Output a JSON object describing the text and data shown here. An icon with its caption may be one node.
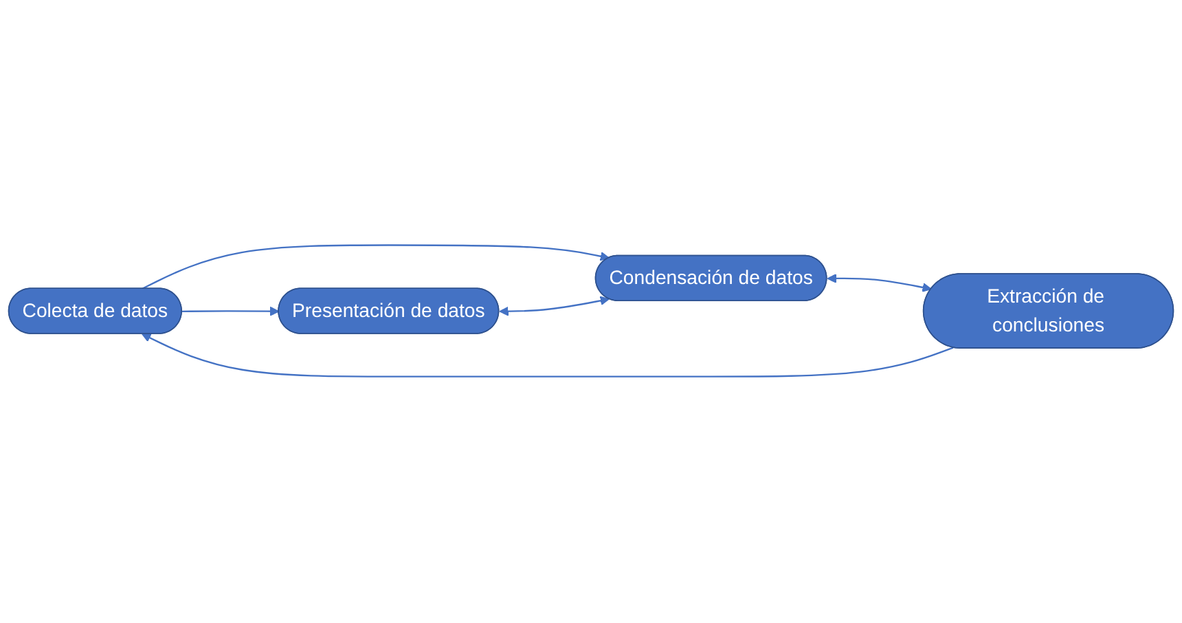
{
  "diagram": {
    "nodes": [
      {
        "text": [
          "Colecta de datos"
        ]
      },
      {
        "text": [
          "Presentación de datos"
        ]
      },
      {
        "text": [
          "Condensación de datos"
        ]
      },
      {
        "text": [
          "Extracción de conclusiones"
        ]
      }
    ],
    "edges": [
      {
        "from": 0,
        "to": 1,
        "arrow": "to"
      },
      {
        "from": 0,
        "to": 2,
        "arrow": "to"
      },
      {
        "from": 1,
        "to": 2,
        "arrow": "both"
      },
      {
        "from": 3,
        "to": 0,
        "arrow": "to"
      },
      {
        "from": 2,
        "to": 3,
        "arrow": "both"
      }
    ]
  }
}
